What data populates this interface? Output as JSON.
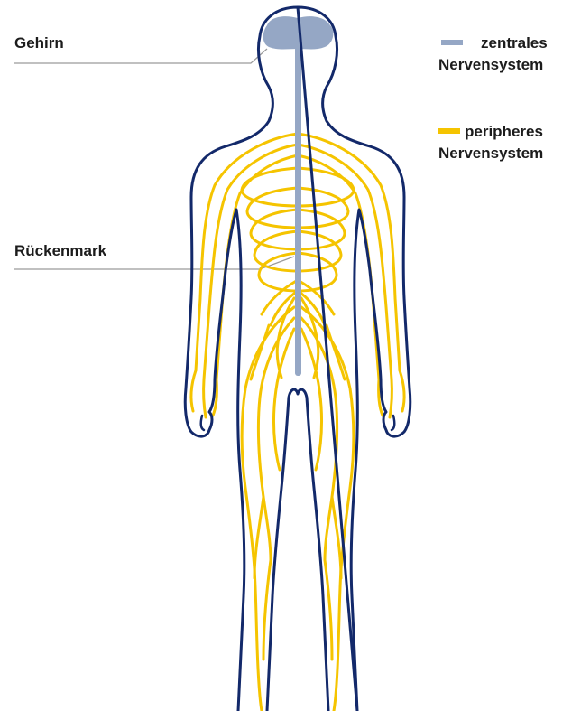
{
  "labels": {
    "brain": "Gehirn",
    "spinal_cord": "Rückenmark"
  },
  "legend": {
    "central": {
      "line1": "zentrales",
      "line2": "Nervensystem",
      "color": "#95a7c5"
    },
    "peripheral": {
      "line1": "peripheres",
      "line2": "Nervensystem",
      "color": "#f5c400"
    }
  },
  "colors": {
    "outline": "#13296a",
    "central": "#95a7c5",
    "peripheral": "#f5c400",
    "leader_line": "#9a9a9a",
    "text": "#1c1c1c"
  }
}
